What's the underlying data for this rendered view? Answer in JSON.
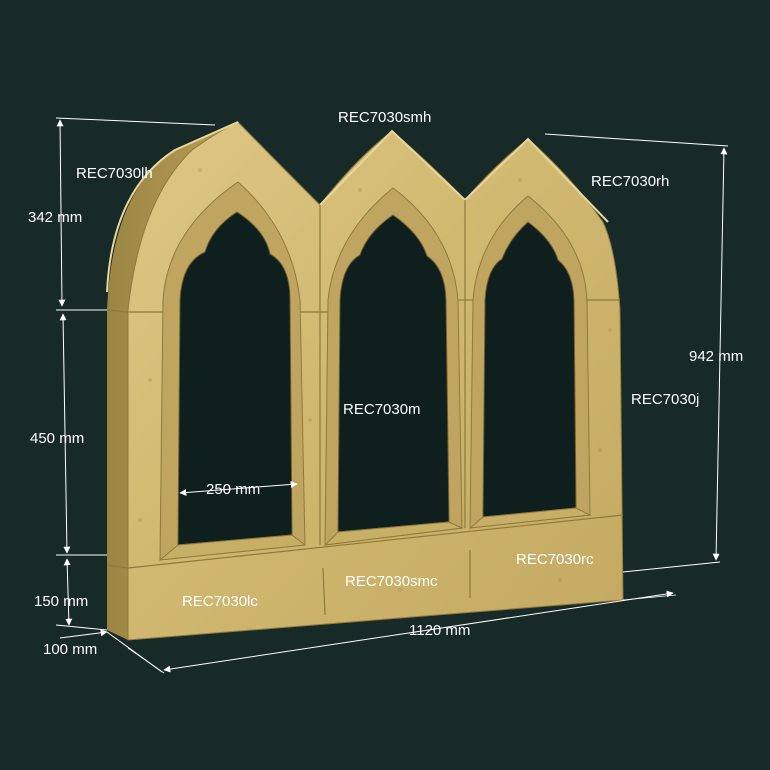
{
  "parts": {
    "left_head": "REC7030lh",
    "middle_head": "REC7030smh",
    "right_head": "REC7030rh",
    "mullion": "REC7030m",
    "jamb": "REC7030j",
    "left_cill": "REC7030lc",
    "middle_cill": "REC7030smc",
    "right_cill": "REC7030rc"
  },
  "dimensions": {
    "head_height": "342 mm",
    "jamb_height": "450 mm",
    "cill_height": "150 mm",
    "depth": "100 mm",
    "total_width": "1120 mm",
    "total_height": "942 mm",
    "light_width": "250 mm"
  },
  "colors": {
    "background": "#172a28",
    "stone": "#d2bb74",
    "stone_shade": "#a88f4c",
    "dimension_line": "#ffffff"
  }
}
